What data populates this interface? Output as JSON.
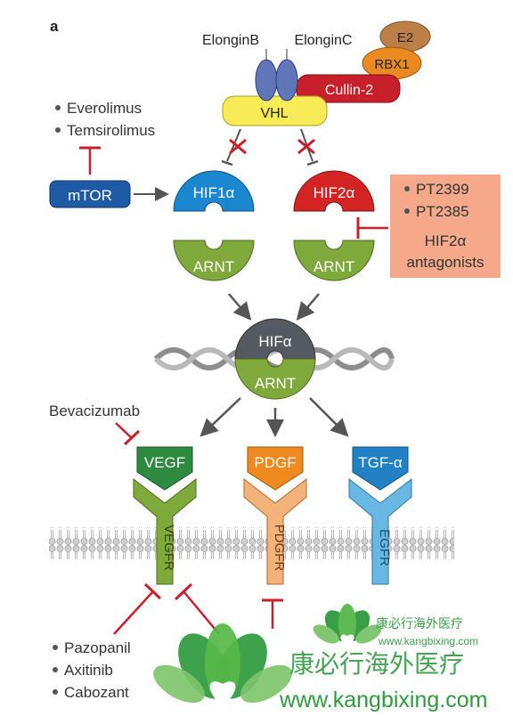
{
  "panel_label": "a",
  "complex": {
    "elongin_b": "ElonginB",
    "elongin_c": "ElonginC",
    "e2": "E2",
    "rbx1": "RBX1",
    "cullin2": "Cullin-2",
    "vhl": "VHL"
  },
  "mtor_inhibitors": [
    "Everolimus",
    "Temsirolimus"
  ],
  "mtor": "mTOR",
  "hif1a": "HIF1α",
  "hif2a": "HIF2α",
  "arnt_left": "ARNT",
  "arnt_right": "ARNT",
  "hif2a_box": {
    "drugs": [
      "PT2399",
      "PT2385"
    ],
    "label_line1": "HIF2α",
    "label_line2": "antagonists"
  },
  "dimer": {
    "top": "HIFα",
    "bottom": "ARNT"
  },
  "bevacizumab": "Bevacizumab",
  "ligands": {
    "vegf": "VEGF",
    "pdgf": "PDGF",
    "tgf": "TGF-α"
  },
  "receptors": {
    "vegfr": "VEGFR",
    "pdgfr": "PDGFR",
    "egfr": "EGFR"
  },
  "tki_drugs": [
    "Pazopanil",
    "Axitinib",
    "Cabozant"
  ],
  "watermark": {
    "small_cn": "康必行海外医疗",
    "small_url": "www.kangbixing.com",
    "large_cn": "康必行海外医疗",
    "large_url": "www.kangbixing.com"
  },
  "colors": {
    "red_inhibitor": "#c8202a",
    "mtor_blue": "#1f5aa6",
    "hif1a_blue": "#1a87cf",
    "hif2a_red": "#d42323",
    "arnt_green": "#7fa93a",
    "vhl_yellow": "#f7ec55",
    "cullin_red": "#c8202a",
    "rbx1_orange": "#ea8a21",
    "e2_brown": "#bd7f48",
    "elongin_blue": "#6076b8",
    "box_salmon": "#f4a98a",
    "vegf_green": "#2e8a3e",
    "pdgf_orange": "#ee8a1e",
    "tgf_blue": "#2280c5",
    "egfr_lightblue": "#69b8e3",
    "watermark_green": "#2e9a3e"
  }
}
